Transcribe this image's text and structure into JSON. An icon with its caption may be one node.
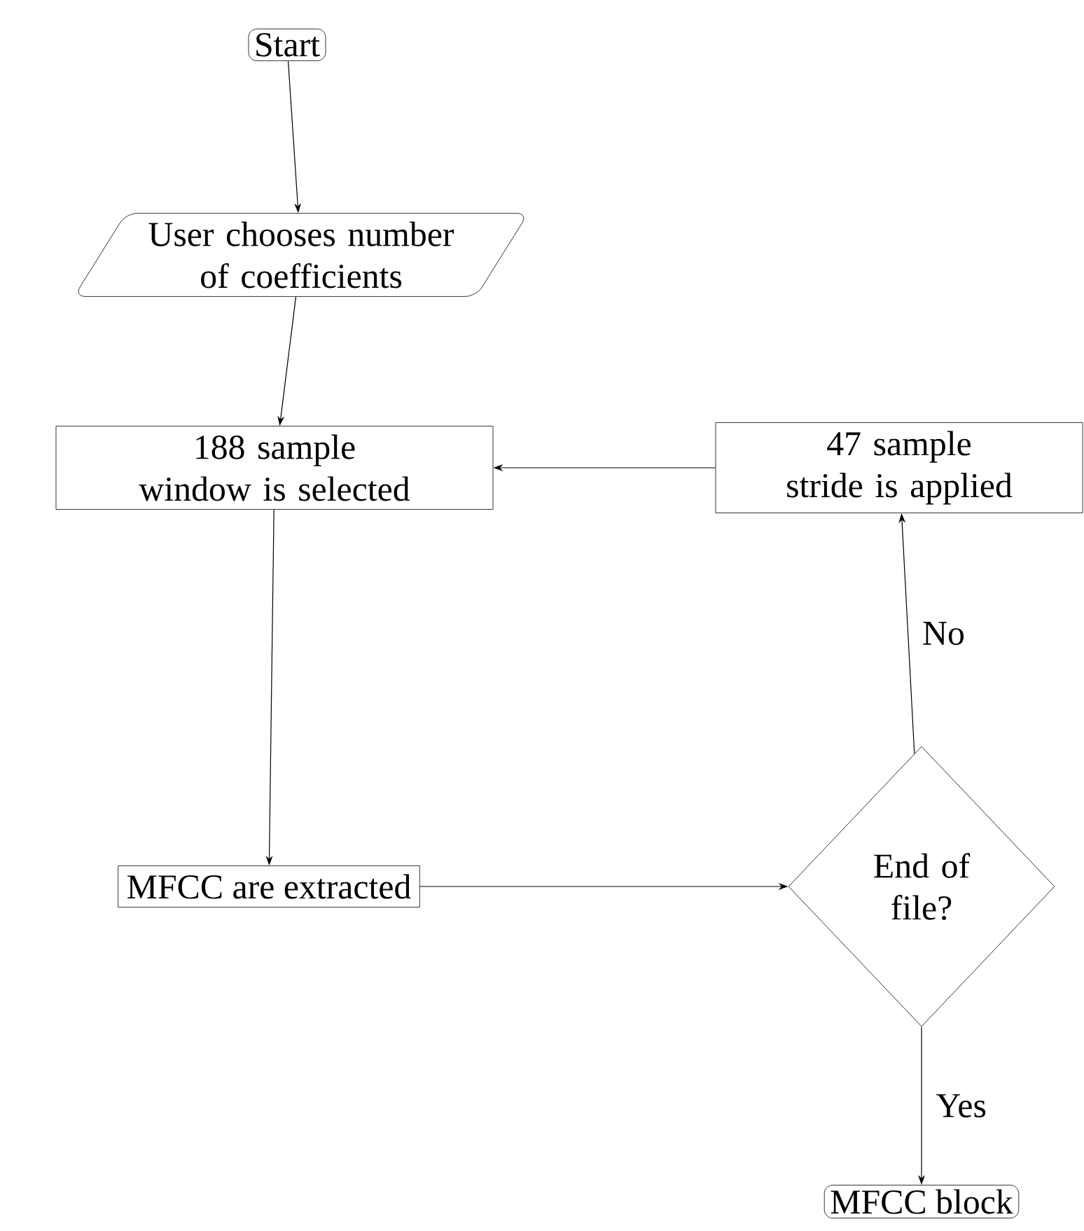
{
  "diagram": {
    "nodes": [
      {
        "text": [
          "Start"
        ]
      },
      {
        "text": [
          "User chooses number of coefficients"
        ]
      },
      {
        "text": [
          "188 sample window is selected"
        ]
      },
      {
        "text": [
          "47 sample stride is applied"
        ]
      },
      {
        "text": [
          "MFCC are extracted"
        ]
      },
      {
        "text": [
          "End of file?"
        ]
      },
      {
        "text": [
          "MFCC block"
        ]
      }
    ],
    "edges": [
      {
        "from": 0,
        "to": 1,
        "arrow": "to"
      },
      {
        "from": 1,
        "to": 2,
        "arrow": "to"
      },
      {
        "from": 2,
        "to": 4,
        "arrow": "to"
      },
      {
        "from": 4,
        "to": 5,
        "arrow": "to"
      },
      {
        "from": 5,
        "to": 3,
        "arrow": "to",
        "label": "No"
      },
      {
        "from": 3,
        "to": 2,
        "arrow": "to"
      },
      {
        "from": 5,
        "to": 6,
        "arrow": "to",
        "label": "Yes"
      }
    ]
  }
}
